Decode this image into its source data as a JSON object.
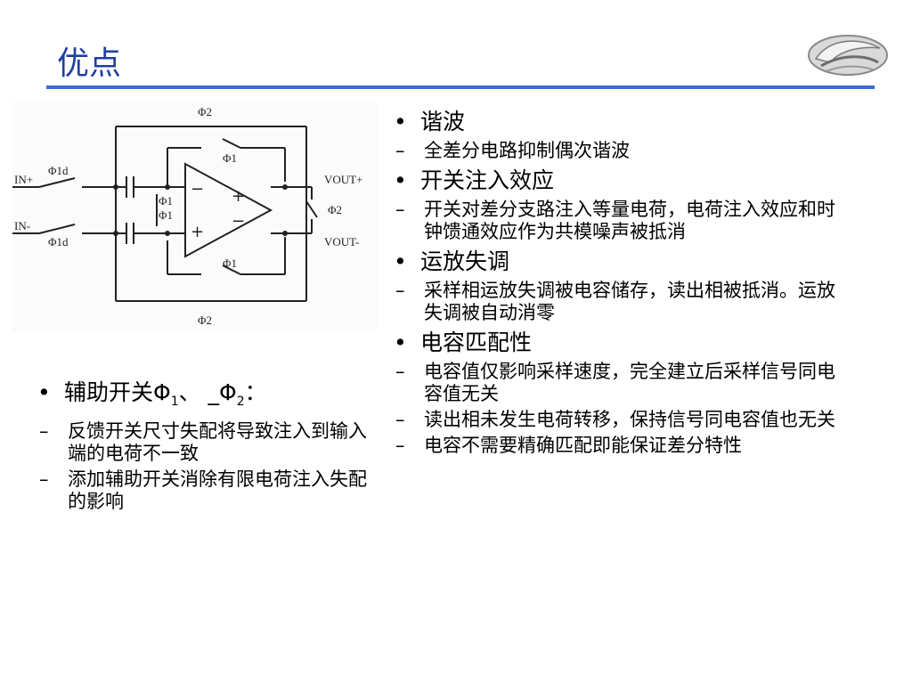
{
  "slide": {
    "title": "优点"
  },
  "circuit": {
    "labels": {
      "phi2_top": "Φ2",
      "phi1_top": "Φ1",
      "phi1d_top": "Φ1d",
      "in_plus": "IN+",
      "in_minus": "IN-",
      "phi1d_bottom": "Φ1d",
      "phi1_mid_a": "Φ1",
      "phi1_mid_b": "Φ1",
      "vout_plus": "VOUT+",
      "vout_minus": "VOUT-",
      "phi2_right": "Φ2",
      "phi1_bottom": "Φ1",
      "phi2_bottom": "Φ2",
      "minus_top": "−",
      "plus_top": "+",
      "plus_bottom": "+",
      "minus_bottom": "−"
    }
  },
  "left_list": {
    "heading_text": "辅助开关Φ",
    "heading_sub1": "1",
    "heading_mid": "、 _Φ",
    "heading_sub2": "2",
    "heading_end": "：",
    "items": [
      "反馈开关尺寸失配将导致注入到输入端的电荷不一致",
      "添加辅助开关消除有限电荷注入失配的影响"
    ]
  },
  "right_list": {
    "sections": [
      {
        "heading": "谐波",
        "items": [
          "全差分电路抑制偶次谐波"
        ]
      },
      {
        "heading": "开关注入效应",
        "items": [
          "开关对差分支路注入等量电荷，电荷注入效应和时钟馈通效应作为共模噪声被抵消"
        ]
      },
      {
        "heading": "运放失调",
        "items": [
          "采样相运放失调被电容储存，读出相被抵消。运放失调被自动消零"
        ]
      },
      {
        "heading": "电容匹配性",
        "items": [
          "电容值仅影响采样速度，完全建立后采样信号同电容值无关",
          "读出相未发生电荷转移，保持信号同电容值也无关",
          "电容不需要精确匹配即能保证差分特性"
        ]
      }
    ]
  },
  "symbols": {
    "bullet": "•",
    "dash": "–"
  }
}
